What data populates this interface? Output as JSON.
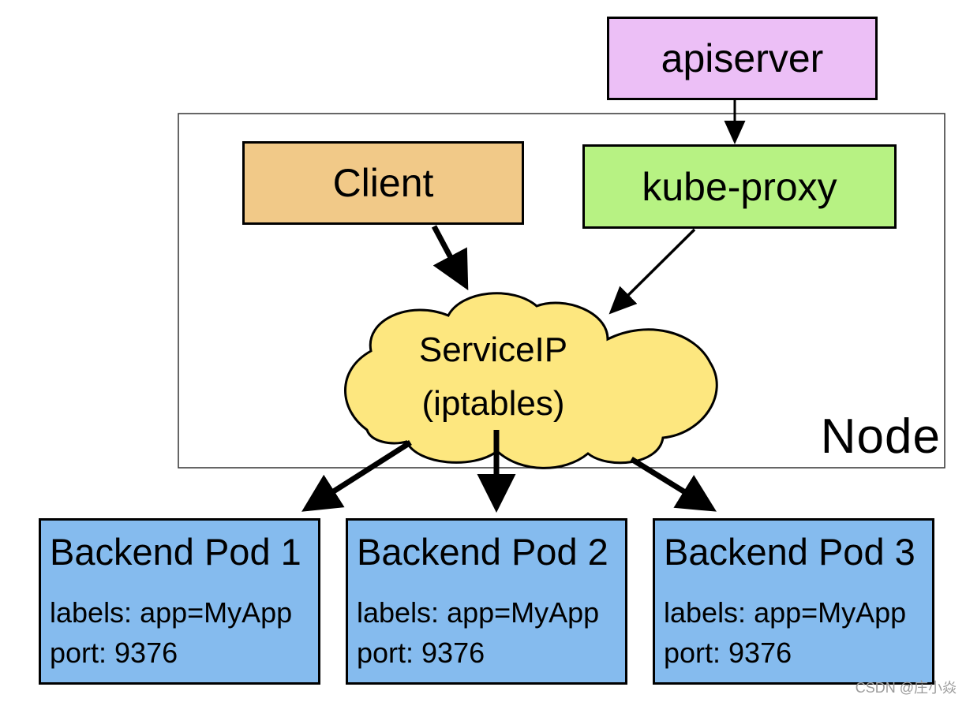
{
  "colors": {
    "apiserver": "#ecbff6",
    "client": "#f1c988",
    "kube_proxy": "#b7f283",
    "service_ip": "#fde77f",
    "pod": "#85bbee"
  },
  "apiserver": {
    "label": "apiserver"
  },
  "node": {
    "label": "Node"
  },
  "client": {
    "label": "Client"
  },
  "kube_proxy": {
    "label": "kube-proxy"
  },
  "service_ip": {
    "line1": "ServiceIP",
    "line2": "(iptables)"
  },
  "pods": [
    {
      "title": "Backend Pod 1",
      "labels": "labels: app=MyApp",
      "port": "port: 9376"
    },
    {
      "title": "Backend Pod 2",
      "labels": "labels: app=MyApp",
      "port": "port: 9376"
    },
    {
      "title": "Backend Pod 3",
      "labels": "labels: app=MyApp",
      "port": "port: 9376"
    }
  ],
  "watermark": "CSDN @庄小焱"
}
